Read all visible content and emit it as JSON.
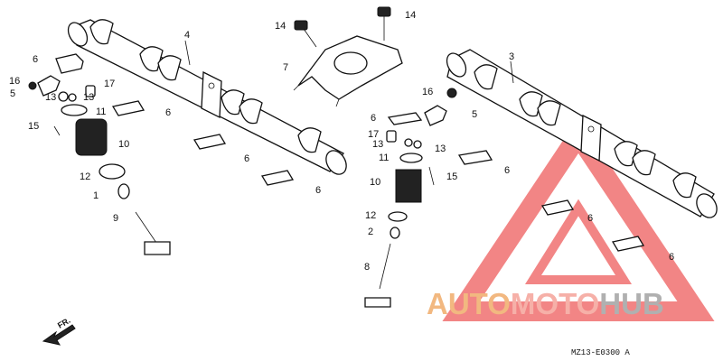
{
  "callouts": [
    {
      "id": "c-4",
      "text": "4"
    },
    {
      "id": "c-14a",
      "text": "14"
    },
    {
      "id": "c-14b",
      "text": "14"
    },
    {
      "id": "c-7",
      "text": "7"
    },
    {
      "id": "c-3",
      "text": "3"
    },
    {
      "id": "c-6a",
      "text": "6"
    },
    {
      "id": "c-16l",
      "text": "16"
    },
    {
      "id": "c-5l",
      "text": "5"
    },
    {
      "id": "c-13l1",
      "text": "13"
    },
    {
      "id": "c-13l2",
      "text": "13"
    },
    {
      "id": "c-17l",
      "text": "17"
    },
    {
      "id": "c-11l",
      "text": "11"
    },
    {
      "id": "c-15l",
      "text": "15"
    },
    {
      "id": "c-6b",
      "text": "6"
    },
    {
      "id": "c-10l",
      "text": "10"
    },
    {
      "id": "c-6c",
      "text": "6"
    },
    {
      "id": "c-12l",
      "text": "12"
    },
    {
      "id": "c-6d",
      "text": "6"
    },
    {
      "id": "c-1",
      "text": "1"
    },
    {
      "id": "c-9",
      "text": "9"
    },
    {
      "id": "c-16r",
      "text": "16"
    },
    {
      "id": "c-6e",
      "text": "6"
    },
    {
      "id": "c-5r",
      "text": "5"
    },
    {
      "id": "c-17r",
      "text": "17"
    },
    {
      "id": "c-13r1",
      "text": "13"
    },
    {
      "id": "c-13r2",
      "text": "13"
    },
    {
      "id": "c-11r",
      "text": "11"
    },
    {
      "id": "c-6f",
      "text": "6"
    },
    {
      "id": "c-10r",
      "text": "10"
    },
    {
      "id": "c-15r",
      "text": "15"
    },
    {
      "id": "c-12r",
      "text": "12"
    },
    {
      "id": "c-6g",
      "text": "6"
    },
    {
      "id": "c-2",
      "text": "2"
    },
    {
      "id": "c-8",
      "text": "8"
    },
    {
      "id": "c-6h",
      "text": "6"
    }
  ],
  "direction_label": "FR.",
  "diagram_code": "MZ13-E0300 A",
  "watermark": {
    "part1": "AUTO",
    "part2": "MOTO",
    "part3": "HUB",
    "color_part1": "#f2b880",
    "color_part2": "#f6b0a8",
    "color_part3": "#b0b0b0",
    "logo_color": "#f07070"
  }
}
